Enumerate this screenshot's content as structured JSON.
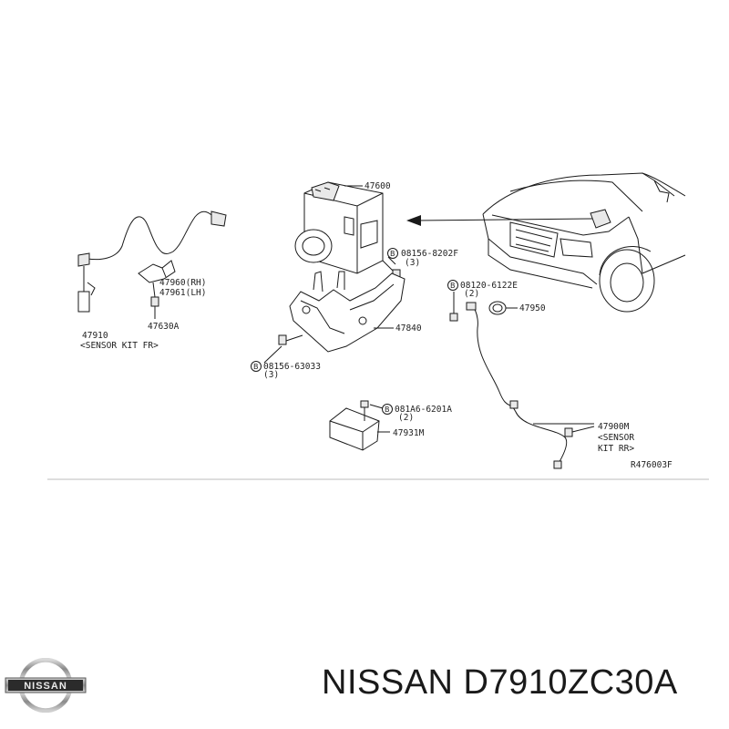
{
  "labels": {
    "abs_actuator": "47600",
    "bolt_top": "08156-8202F",
    "bolt_top_qty": "(3)",
    "bolt_rear": "08120-6122E",
    "bolt_rear_qty": "(2)",
    "sensor_ring": "47950",
    "bracket": "47840",
    "bolt_bracket": "08156-63033",
    "bolt_bracket_qty": "(3)",
    "bolt_module": "081A6-6201A",
    "bolt_module_qty": "(2)",
    "control_module": "47931M",
    "sensor_rear": "47900M",
    "sensor_rear_desc1": "<SENSOR",
    "sensor_rear_desc2": "KIT RR>",
    "bracket_rh": "47960(RH)",
    "bracket_lh": "47961(LH)",
    "clip": "47630A",
    "sensor_front": "47910",
    "sensor_front_desc": "<SENSOR KIT FR>",
    "bolt_symbol": "B",
    "diagram_code": "R476003F"
  },
  "footer": {
    "brand": "NISSAN",
    "title": "NISSAN D7910ZC30A"
  }
}
